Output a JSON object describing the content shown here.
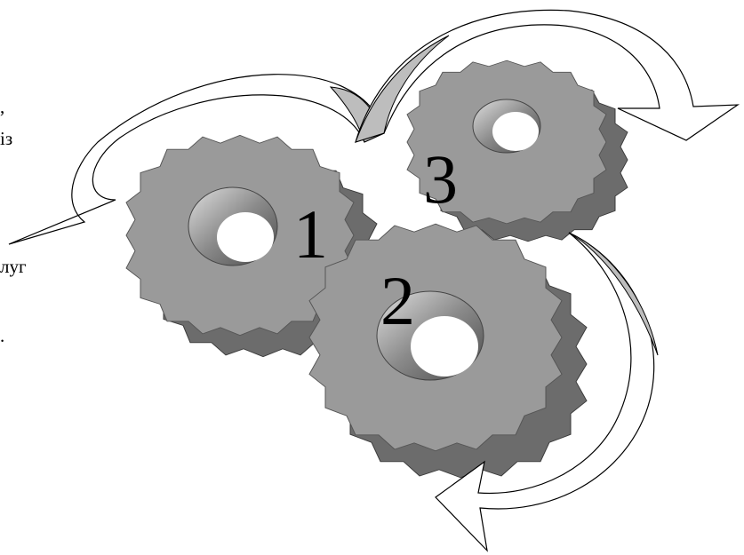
{
  "text_fragments": [
    {
      "id": "comma",
      "text": ","
    },
    {
      "id": "iz",
      "text": "із"
    },
    {
      "id": "lug",
      "text": "луг"
    },
    {
      "id": "dot",
      "text": "."
    }
  ],
  "gears": [
    {
      "id": "gear-1",
      "label": "1"
    },
    {
      "id": "gear-2",
      "label": "2"
    },
    {
      "id": "gear-3",
      "label": "3"
    }
  ],
  "arrows": [
    {
      "id": "arrow-top-left",
      "direction": "curved-left-down"
    },
    {
      "id": "arrow-top-right",
      "direction": "curved-right-down"
    },
    {
      "id": "arrow-bottom",
      "direction": "curved-down-left"
    }
  ],
  "colors": {
    "gear_face": "#9a9a9a",
    "gear_side": "#6c6c6c",
    "gear_dark": "#4a4a4a",
    "arrow_fill": "#ffffff",
    "arrow_inner": "#bdbdbd",
    "stroke": "#000000"
  }
}
